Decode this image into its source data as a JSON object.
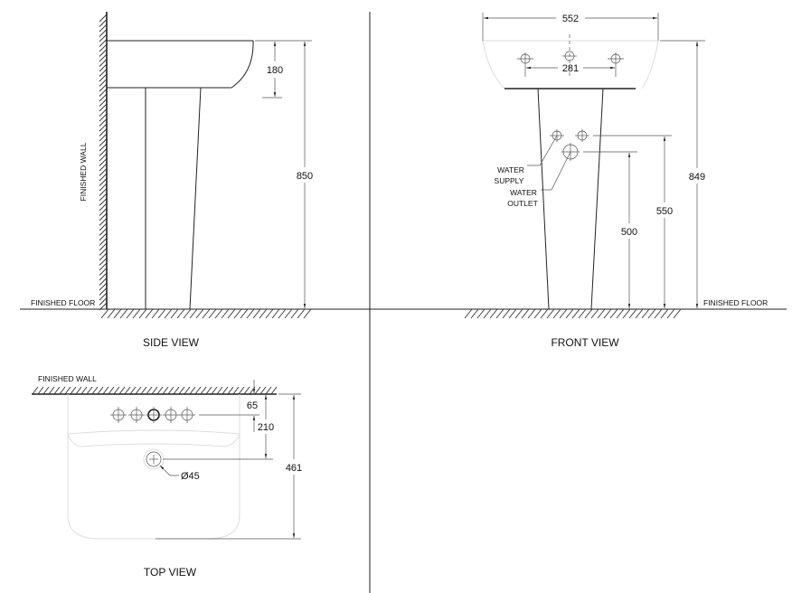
{
  "side_view": {
    "title": "SIDE VIEW",
    "wall_label": "FINISHED WALL",
    "floor_label": "FINISHED FLOOR",
    "dim_basin_depth": "180",
    "dim_height": "850"
  },
  "front_view": {
    "title": "FRONT VIEW",
    "floor_label": "FINISHED FLOOR",
    "dim_width": "552",
    "dim_tap_spacing": "281",
    "dim_height": "849",
    "dim_supply_height": "550",
    "dim_outlet_height": "500",
    "water_supply_label": [
      "WATER",
      "SUPPLY"
    ],
    "water_outlet_label": [
      "WATER",
      "OUTLET"
    ]
  },
  "top_view": {
    "title": "TOP VIEW",
    "wall_label": "FINISHED WALL",
    "dim_tap_offset": "65",
    "dim_drain_offset": "210",
    "dim_depth": "461",
    "dim_drain_diameter": "Ø45"
  }
}
